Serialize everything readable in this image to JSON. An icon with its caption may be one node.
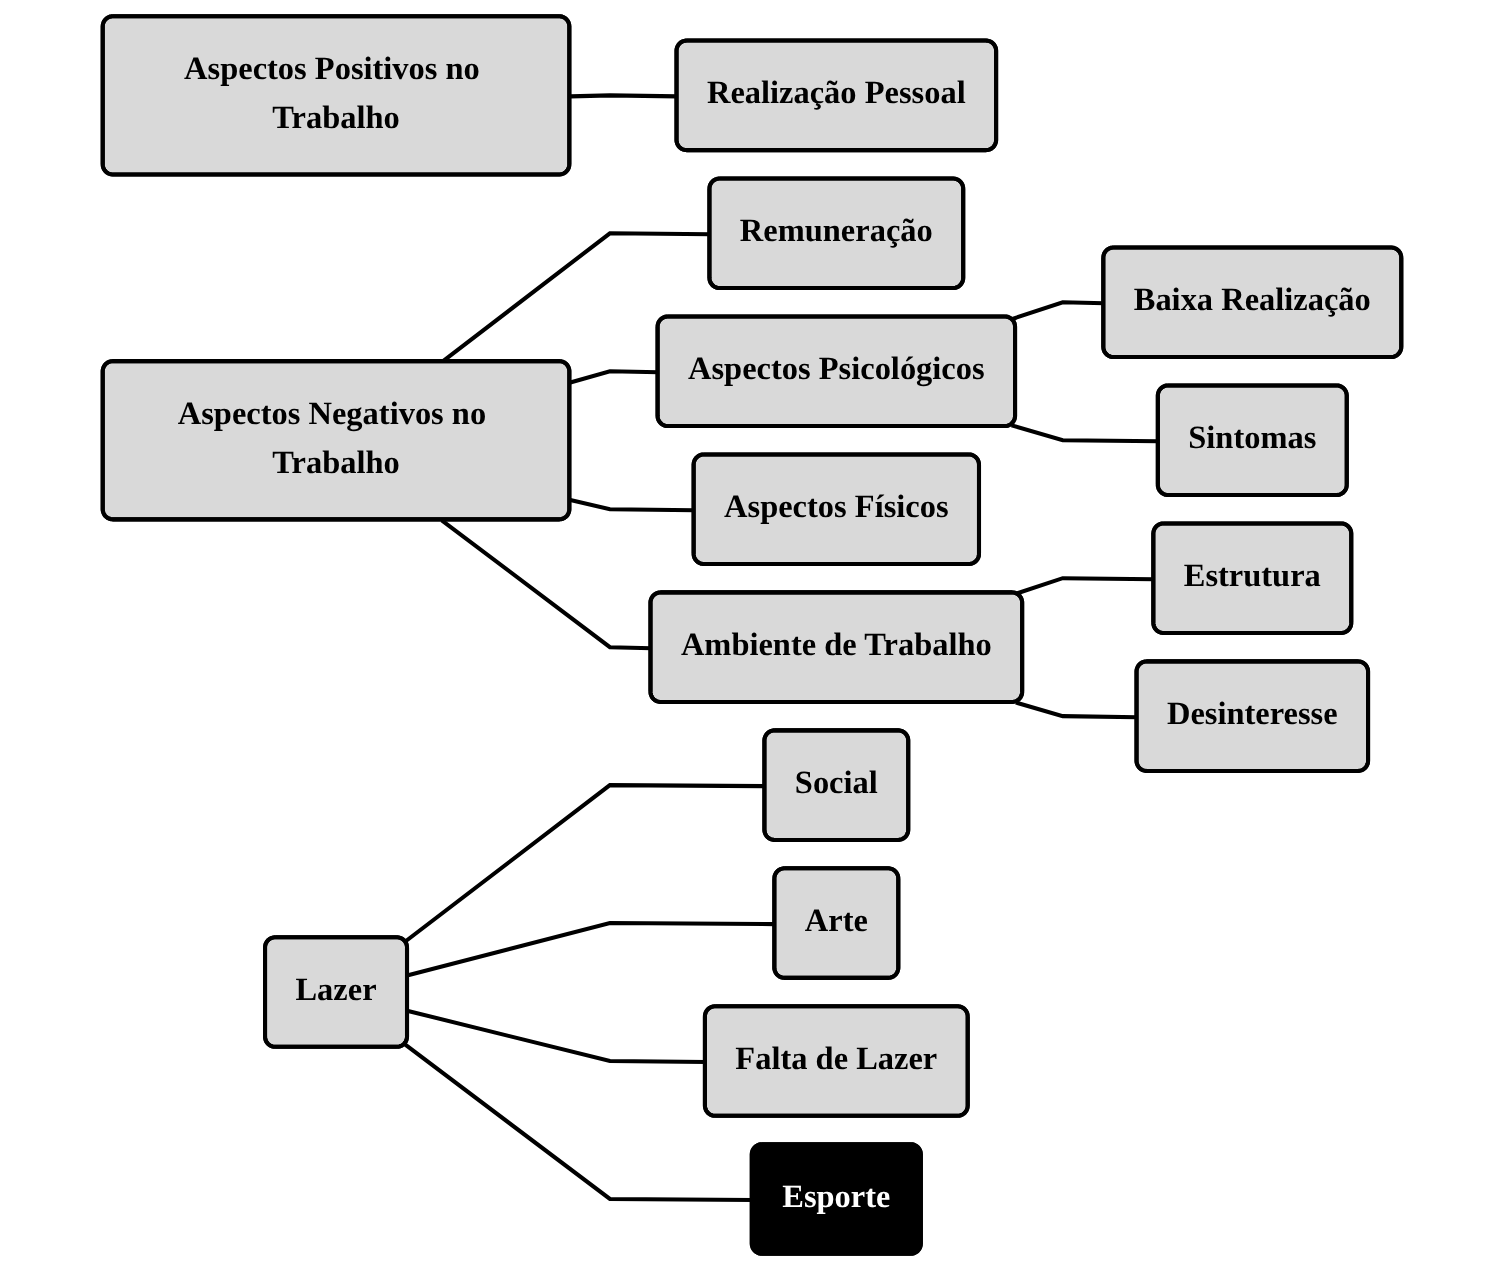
{
  "diagram": {
    "nodes": [
      {
        "text": [
          "Aspectos Positivos no Trabalho"
        ]
      },
      {
        "text": [
          "Realização Pessoal"
        ]
      },
      {
        "text": [
          "Aspectos Negativos no Trabalho"
        ]
      },
      {
        "text": [
          "Remuneração"
        ]
      },
      {
        "text": [
          "Aspectos Psicológicos"
        ]
      },
      {
        "text": [
          "Baixa Realização"
        ]
      },
      {
        "text": [
          "Sintomas"
        ]
      },
      {
        "text": [
          "Aspectos Físicos"
        ]
      },
      {
        "text": [
          "Ambiente de Trabalho"
        ]
      },
      {
        "text": [
          "Estrutura"
        ]
      },
      {
        "text": [
          "Desinteresse"
        ]
      },
      {
        "text": [
          "Lazer"
        ]
      },
      {
        "text": [
          "Social"
        ]
      },
      {
        "text": [
          "Arte"
        ]
      },
      {
        "text": [
          "Falta de Lazer"
        ]
      },
      {
        "text": [
          "Esporte"
        ]
      }
    ],
    "edges": [
      {
        "from": 0,
        "to": 1,
        "arrow": "none"
      },
      {
        "from": 2,
        "to": 3,
        "arrow": "none"
      },
      {
        "from": 2,
        "to": 4,
        "arrow": "none"
      },
      {
        "from": 2,
        "to": 7,
        "arrow": "none"
      },
      {
        "from": 2,
        "to": 8,
        "arrow": "none"
      },
      {
        "from": 4,
        "to": 5,
        "arrow": "none"
      },
      {
        "from": 4,
        "to": 6,
        "arrow": "none"
      },
      {
        "from": 8,
        "to": 9,
        "arrow": "none"
      },
      {
        "from": 8,
        "to": 10,
        "arrow": "none"
      },
      {
        "from": 11,
        "to": 12,
        "arrow": "none"
      },
      {
        "from": 11,
        "to": 13,
        "arrow": "none"
      },
      {
        "from": 11,
        "to": 14,
        "arrow": "none"
      },
      {
        "from": 11,
        "to": 15,
        "arrow": "none"
      }
    ]
  }
}
